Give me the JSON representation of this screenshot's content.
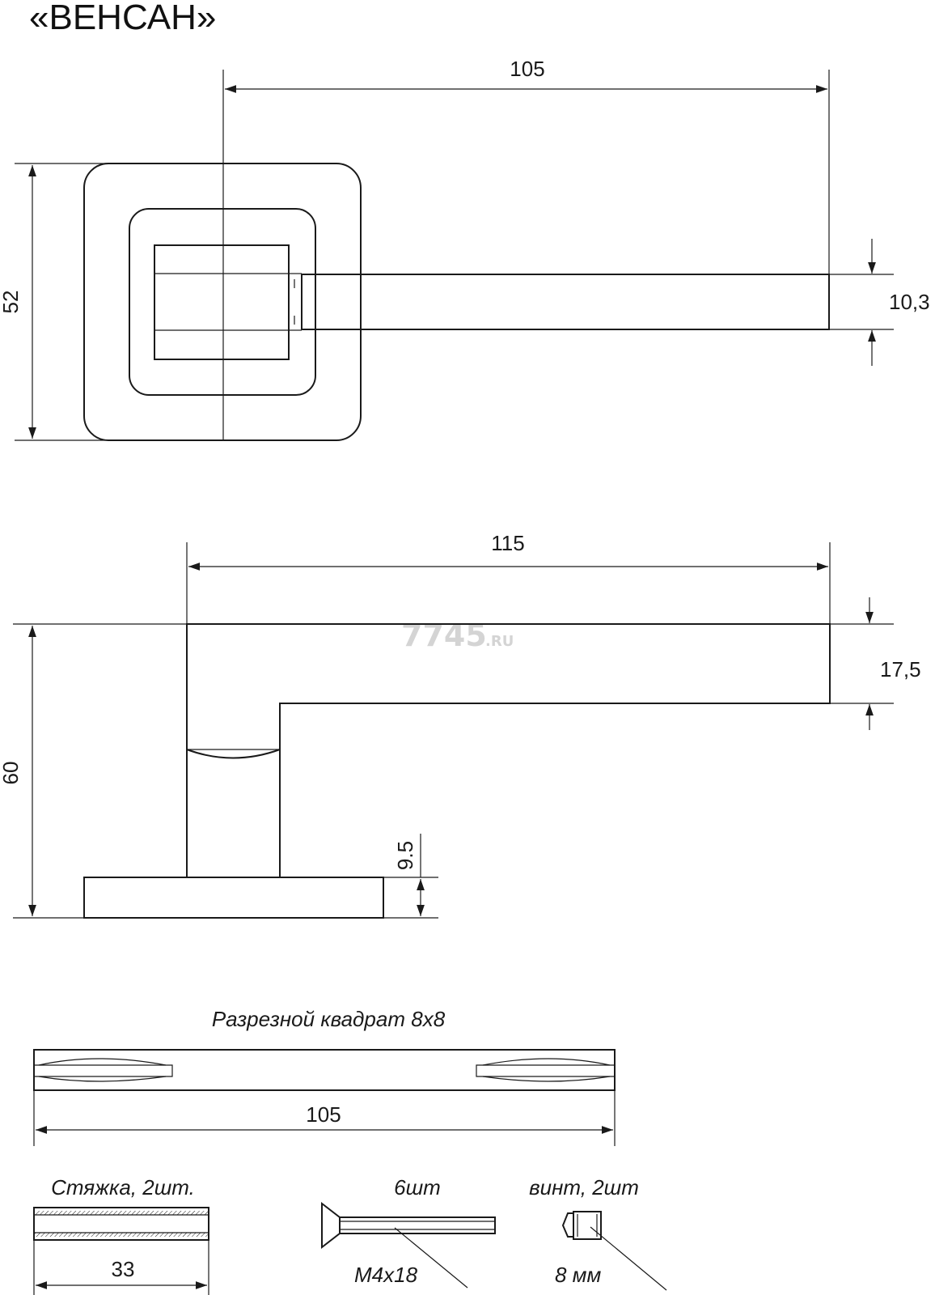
{
  "title": "«ВЕНСАН»",
  "watermark": {
    "main": "7745",
    "suffix": ".RU"
  },
  "top_view": {
    "dim_length": "105",
    "dim_height": "52",
    "dim_handle_width": "10,3"
  },
  "side_view": {
    "dim_length": "115",
    "dim_height": "60",
    "dim_handle_thickness": "17,5",
    "dim_base": "9.5"
  },
  "spindle": {
    "label": "Разрезной квадрат 8x8",
    "dim_length": "105"
  },
  "accessories": {
    "sleeve_label": "Стяжка, 2шт.",
    "sleeve_dim": "33",
    "screw_label": "6шт",
    "screw_size": "M4x18",
    "setscrew_label": "винт, 2шт",
    "setscrew_size": "8 мм"
  }
}
